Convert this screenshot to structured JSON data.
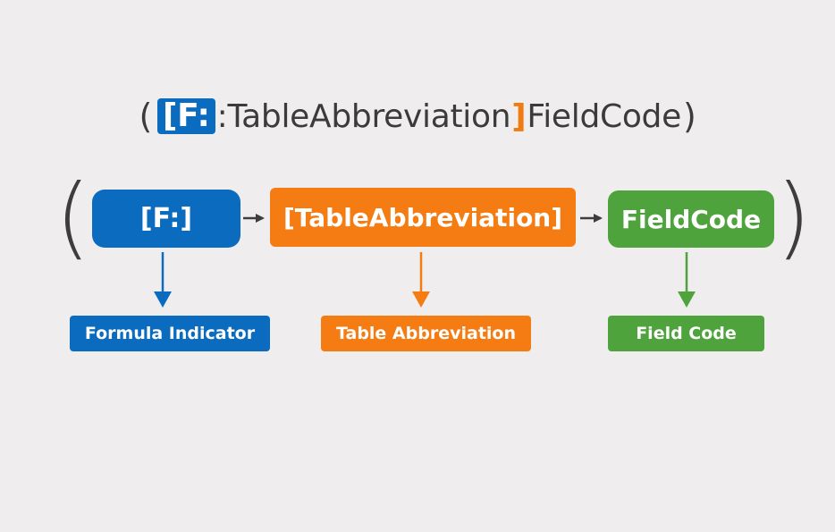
{
  "title": {
    "open_paren": "(",
    "indicator": "[F:",
    "table_part": ":TableAbbreviation",
    "close_bracket": "]",
    "field_part": "FieldCode",
    "close_paren": ")"
  },
  "diagram": {
    "open_paren": "(",
    "close_paren": ")",
    "boxes": {
      "formula": "[F:]",
      "table": "[TableAbbreviation]",
      "field": "FieldCode"
    },
    "labels": {
      "formula": "Formula Indicator",
      "table": "Table Abbreviation",
      "field": "Field Code"
    }
  },
  "colors": {
    "blue": "#0b6cbf",
    "orange": "#f57c12",
    "green": "#4fa33c",
    "connector": "#3d3d3d",
    "background": "#efeded"
  }
}
